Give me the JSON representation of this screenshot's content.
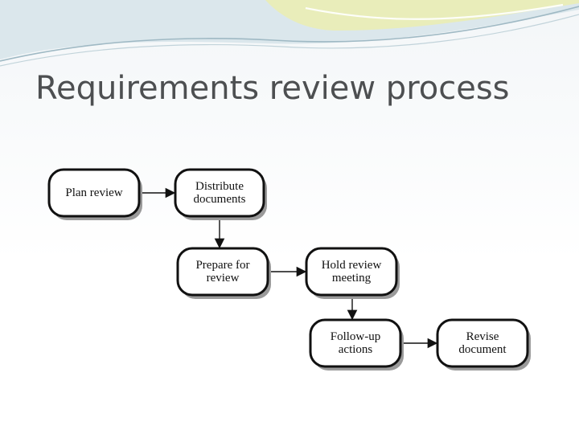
{
  "slide": {
    "title": "Requirements review process"
  },
  "diagram": {
    "nodes": [
      {
        "id": "plan-review",
        "lines": [
          "Plan review"
        ]
      },
      {
        "id": "distribute-documents",
        "lines": [
          "Distribute",
          "documents"
        ]
      },
      {
        "id": "prepare-for-review",
        "lines": [
          "Prepare for",
          "review"
        ]
      },
      {
        "id": "hold-review-meeting",
        "lines": [
          "Hold review",
          "meeting"
        ]
      },
      {
        "id": "follow-up-actions",
        "lines": [
          "Follow-up",
          "actions"
        ]
      },
      {
        "id": "revise-document",
        "lines": [
          "Revise",
          "document"
        ]
      }
    ],
    "edges": [
      {
        "from": "plan-review",
        "to": "distribute-documents"
      },
      {
        "from": "distribute-documents",
        "to": "prepare-for-review"
      },
      {
        "from": "prepare-for-review",
        "to": "hold-review-meeting"
      },
      {
        "from": "hold-review-meeting",
        "to": "follow-up-actions"
      },
      {
        "from": "follow-up-actions",
        "to": "revise-document"
      }
    ]
  },
  "colors": {
    "title": "#4d4f51",
    "node_fill": "#ffffff",
    "node_stroke": "#111111",
    "node_shadow": "#9a9a9a",
    "edge": "#111111"
  }
}
